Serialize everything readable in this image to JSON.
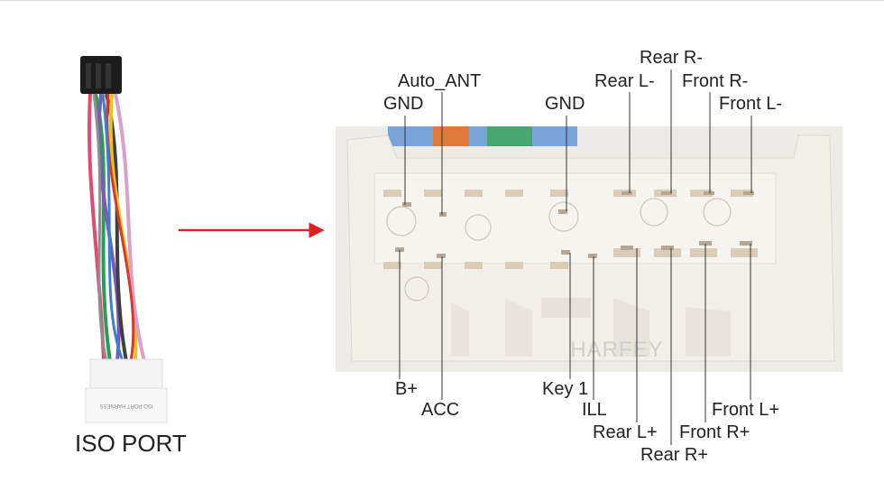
{
  "caption": "ISO PORT",
  "watermark": "HARFEY",
  "harness_label_text": "ISO PORT HARNESS",
  "labels": {
    "rear_r_minus": "Rear R-",
    "auto_ant": "Auto_ANT",
    "rear_l_minus": "Rear L-",
    "front_r_minus": "Front R-",
    "gnd_left": "GND",
    "gnd_mid": "GND",
    "front_l_minus": "Front L-",
    "b_plus": "B+",
    "key1": "Key 1",
    "acc": "ACC",
    "ill": "ILL",
    "front_l_plus": "Front L+",
    "rear_l_plus": "Rear L+",
    "front_r_plus": "Front R+",
    "rear_r_plus": "Rear R+"
  },
  "colors": {
    "arrow": "#e02020",
    "connector_body": "#f2efe9",
    "pin": "#b4a794",
    "leader": "#333333"
  },
  "icons": {
    "arrow": "right-arrow-icon"
  }
}
